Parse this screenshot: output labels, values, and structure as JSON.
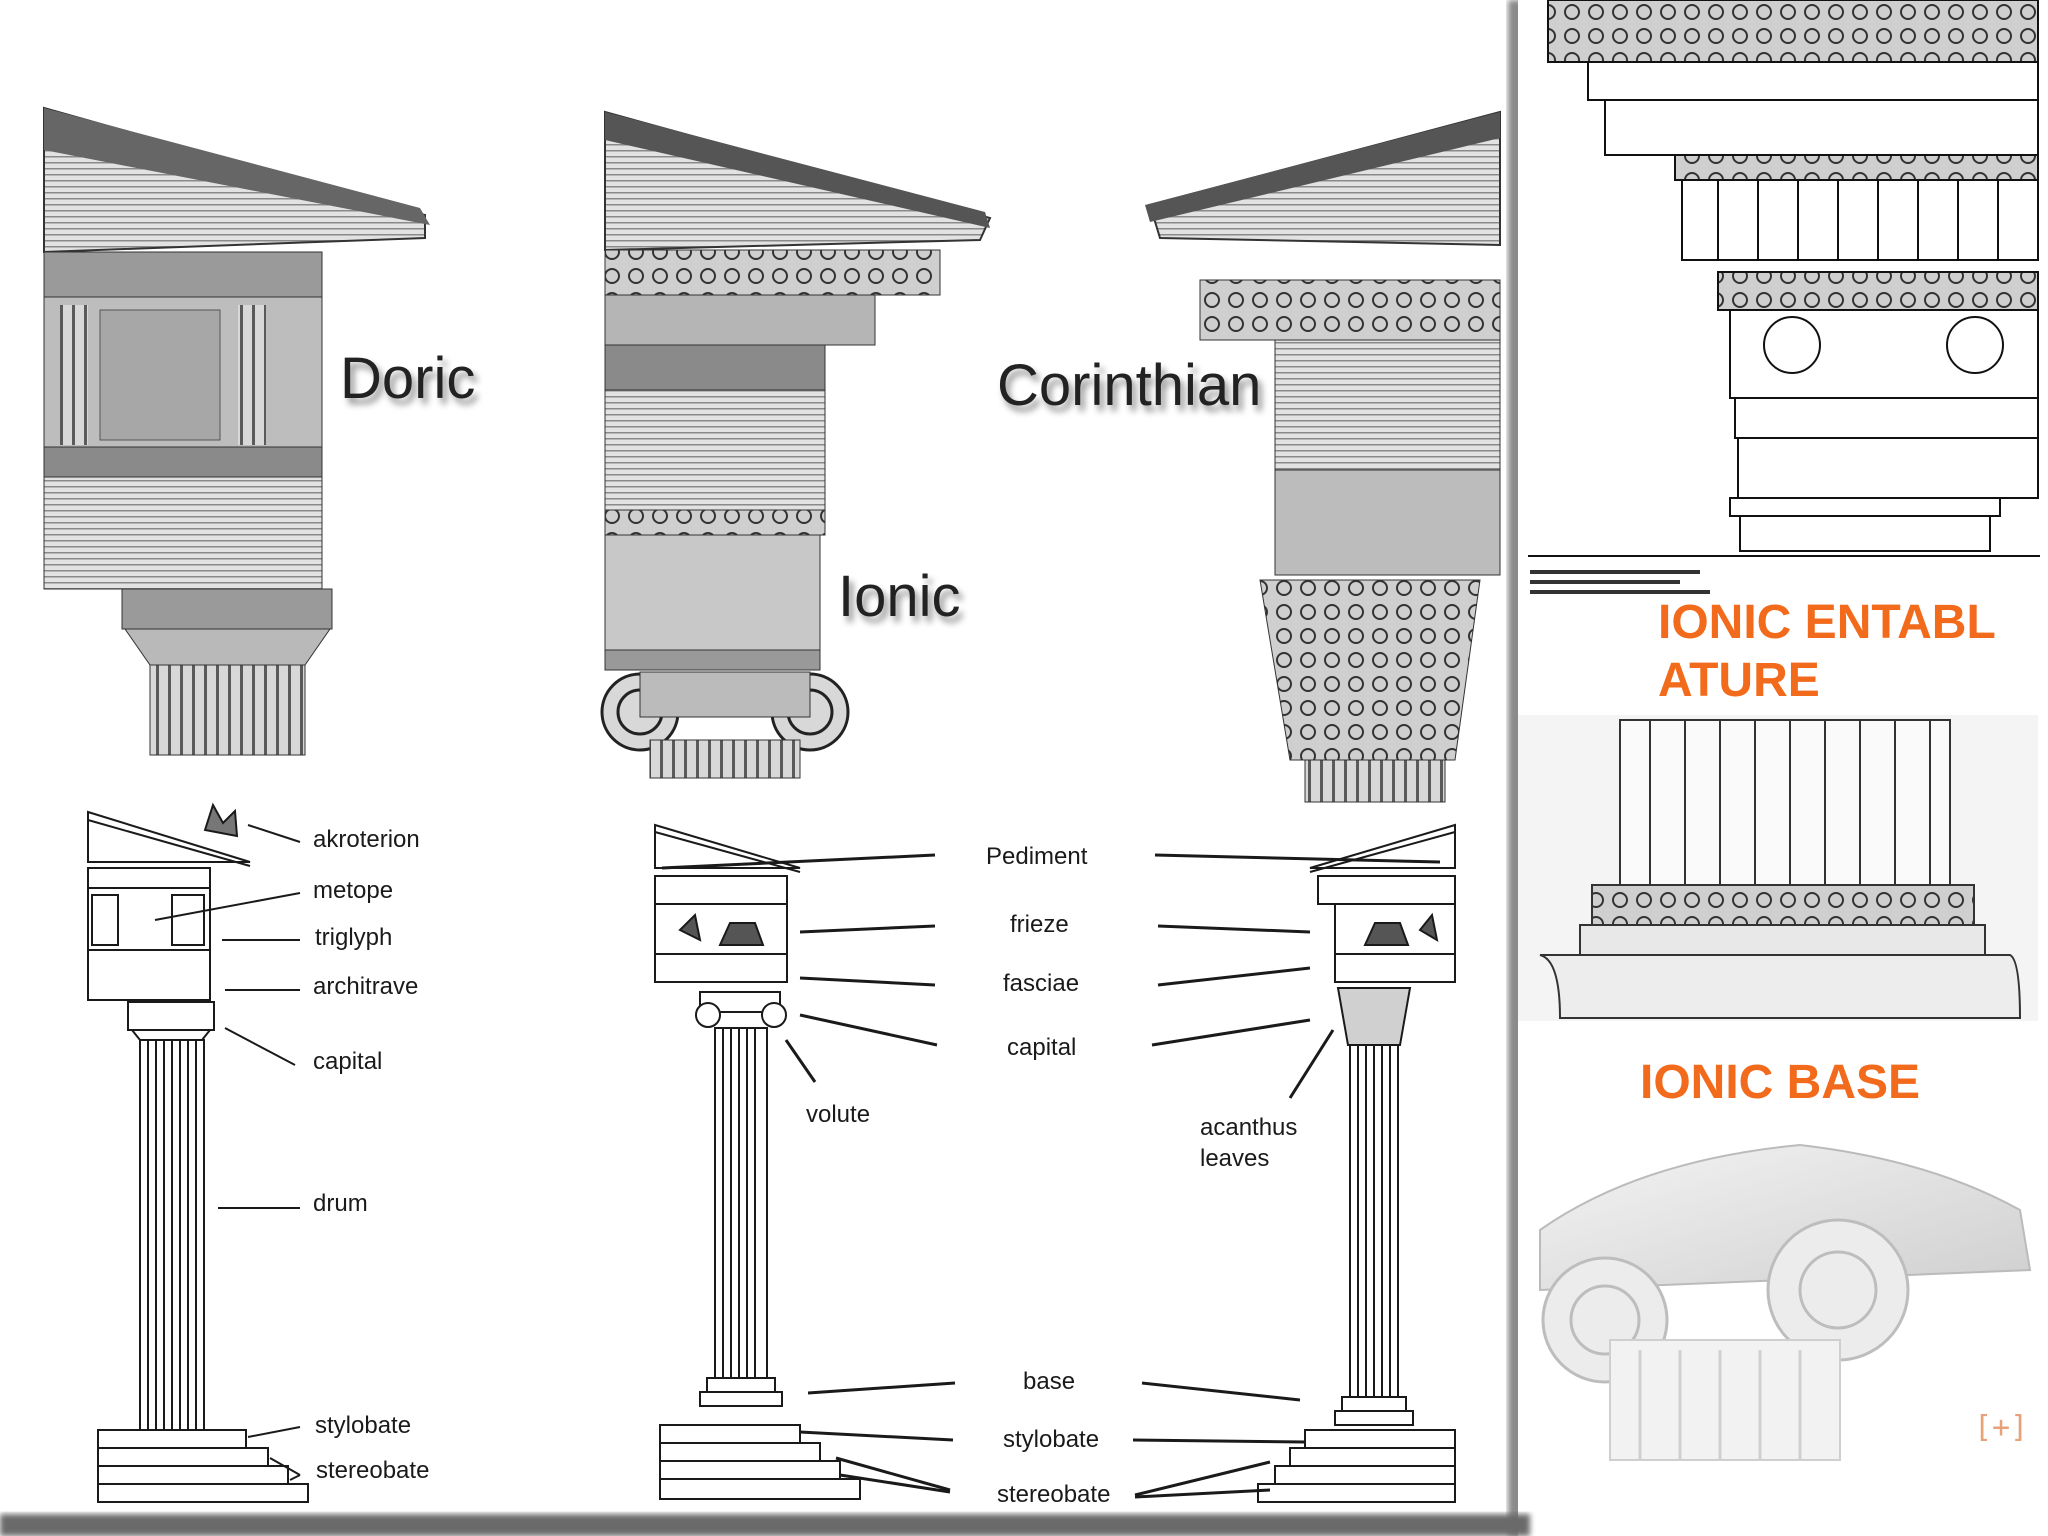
{
  "orders": {
    "doric": "Doric",
    "ionic": "Ionic",
    "corinthian": "Corinthian"
  },
  "doric_parts": {
    "akroterion": "akroterion",
    "metope": "metope",
    "triglyph": "triglyph",
    "architrave": "architrave",
    "capital": "capital",
    "drum": "drum",
    "stylobate": "stylobate",
    "stereobate": "stereobate"
  },
  "center_parts": {
    "pediment": "Pediment",
    "frieze": "frieze",
    "fasciae": "fasciae",
    "capital": "capital",
    "volute": "volute",
    "acanthus": "acanthus\nleaves",
    "base": "base",
    "stylobate": "stylobate",
    "stereobate": "stereobate"
  },
  "side_panel": {
    "entablature_title": "IONIC ENTABLATURE",
    "base_title": "IONIC BASE",
    "zoom_label": "[+]"
  },
  "colors": {
    "accent": "#f26a1b",
    "line": "#1a1a1a",
    "shade": "#9a9a9a"
  }
}
